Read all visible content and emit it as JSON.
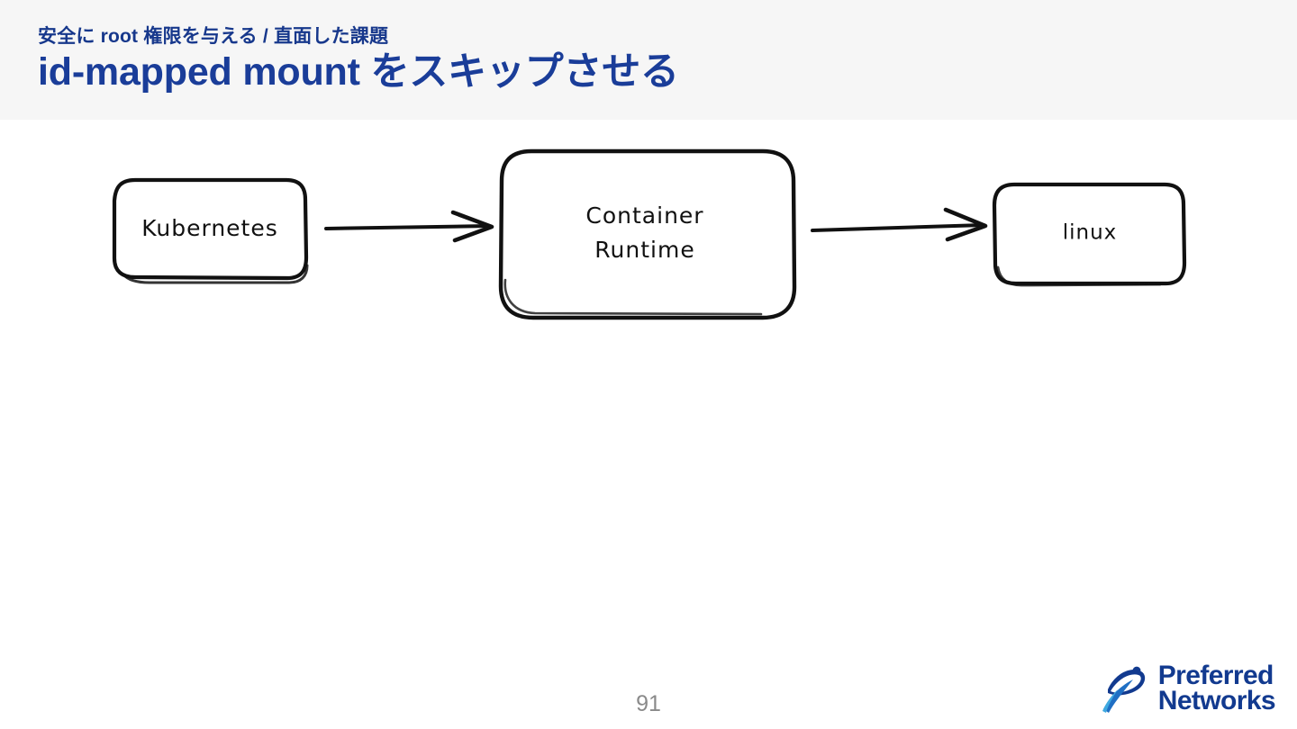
{
  "slide": {
    "kicker": "安全に root 権限を与える / 直面した課題",
    "headline": "id-mapped mount をスキップさせる",
    "page_number": "91",
    "colors": {
      "kicker": "#17388c",
      "headline": "#1a3d99",
      "header_background": "#f6f6f6",
      "slide_background": "#ffffff",
      "page_number": "#8a8a8a",
      "stroke": "#111111",
      "logo_navy": "#123a8f",
      "logo_blue": "#1f6fc4",
      "logo_light_blue": "#3fa9e0"
    }
  },
  "diagram": {
    "type": "flow",
    "style": "hand-drawn",
    "nodes": [
      {
        "id": "kubernetes",
        "label": "Kubernetes",
        "lines": [
          "Kubernetes"
        ]
      },
      {
        "id": "container-runtime",
        "label": "Container Runtime",
        "lines": [
          "Container",
          "Runtime"
        ]
      },
      {
        "id": "linux",
        "label": "linux",
        "lines": [
          "linux"
        ]
      }
    ],
    "edges": [
      {
        "id": "edge-kubernetes-to-container-runtime",
        "from": "kubernetes",
        "to": "container-runtime",
        "arrow": "single",
        "label": ""
      },
      {
        "id": "edge-container-runtime-to-linux",
        "from": "container-runtime",
        "to": "linux",
        "arrow": "single",
        "label": ""
      }
    ]
  },
  "logo": {
    "line1": "Preferred",
    "line2": "Networks",
    "mark": "swoosh-mark"
  }
}
